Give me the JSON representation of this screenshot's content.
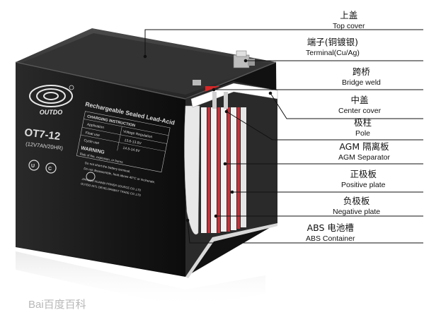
{
  "labels": [
    {
      "zh": "上盖",
      "en": "Top cover"
    },
    {
      "zh": "端子(铜镀银)",
      "en": "Terminal(Cu/Ag)"
    },
    {
      "zh": "跨桥",
      "en": "Bridge weld"
    },
    {
      "zh": "中盖",
      "en": "Center cover"
    },
    {
      "zh": "极柱",
      "en": "Pole"
    },
    {
      "zh": "AGM 隔离板",
      "en": "AGM Separator"
    },
    {
      "zh": "正极板",
      "en": "Positive plate"
    },
    {
      "zh": "负极板",
      "en": "Negative plate"
    },
    {
      "zh": "ABS 电池槽",
      "en": "ABS Container"
    }
  ],
  "battery": {
    "brand": "OUTDO",
    "model": "OT7-12",
    "spec": "(12V7Ah/20HR)",
    "heading": "Rechargeable Sealed Lead-Acid",
    "instruction_title": "CHARGING INSTRUCTION",
    "col_application": "Application",
    "col_voltage": "Voltage Regulation",
    "row_float": "Float use",
    "row_float_val": "13.6-13.8V",
    "row_cycle": "Cycle use",
    "row_cycle_val": "14.5-14.9V",
    "warning": "WARNING",
    "warn1": "Risk of fire, explosion, or burns.",
    "warn2": "Do not short the battery terminal.",
    "warn3": "Do not disassemble, heat above 40°C or incinerate.",
    "maker1": "JIANGSU HUAWEI POWER SOURCE CO.,LTD",
    "maker2": "OUTDO INTL DEVELOPMENT TRADE CO.,LTD"
  },
  "watermark": "Bai百度百科",
  "colors": {
    "case": "#1a1a1a",
    "plate_red": "#c8323a",
    "separator": "#f2f2f2",
    "leader": "#111111",
    "bridge": "#d62828"
  }
}
